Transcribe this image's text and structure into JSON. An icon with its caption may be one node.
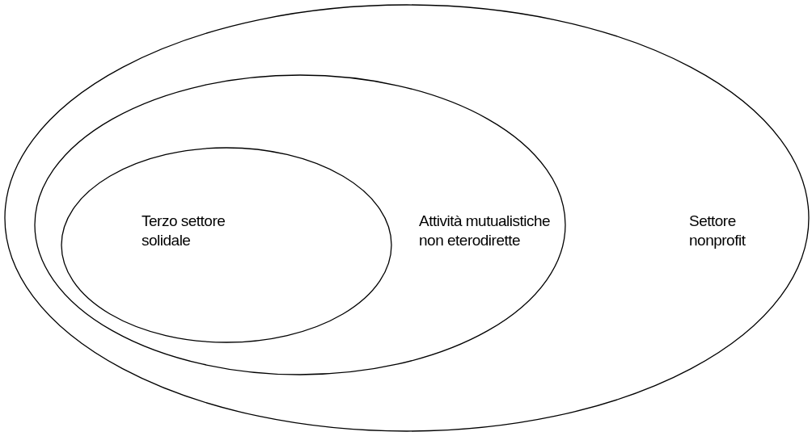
{
  "diagram": {
    "nodes": [
      {
        "text": [
          "Settore nonprofit"
        ]
      },
      {
        "text": [
          "Attività mutualistiche non eterodirette"
        ],
        "in": 0
      },
      {
        "text": [
          "Terzo settore solidale"
        ],
        "in": 1
      }
    ]
  }
}
